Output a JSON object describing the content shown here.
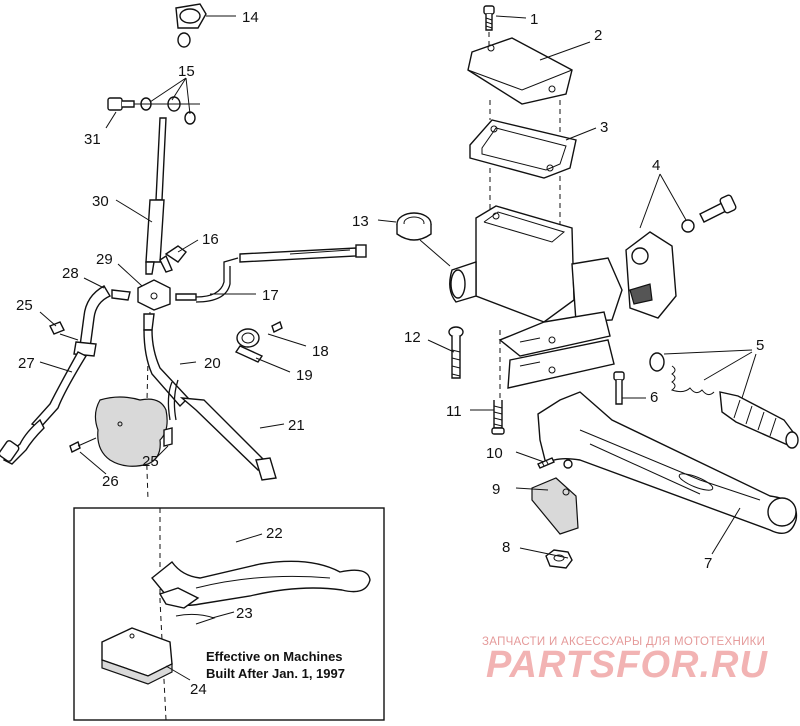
{
  "callouts": {
    "c1": "1",
    "c2": "2",
    "c3": "3",
    "c4": "4",
    "c5": "5",
    "c6": "6",
    "c7": "7",
    "c8": "8",
    "c9": "9",
    "c10": "10",
    "c11": "11",
    "c12": "12",
    "c13": "13",
    "c14": "14",
    "c15": "15",
    "c16": "16",
    "c17": "17",
    "c18": "18",
    "c19": "19",
    "c20": "20",
    "c21": "21",
    "c22": "22",
    "c23": "23",
    "c24": "24",
    "c25a": "25",
    "c25b": "25",
    "c26": "26",
    "c27": "27",
    "c28": "28",
    "c29": "29",
    "c30": "30",
    "c31": "31"
  },
  "inset": {
    "line1": "Effective on Machines",
    "line2": "Built After Jan. 1, 1997"
  },
  "watermark": {
    "tagline": "ЗАПЧАСТИ И АКСЕССУАРЫ ДЛЯ МОТОТЕХНИКИ",
    "logo": "PARTSFOR.RU"
  },
  "colors": {
    "ink": "#111111",
    "watermark": "#f2b3b3"
  }
}
